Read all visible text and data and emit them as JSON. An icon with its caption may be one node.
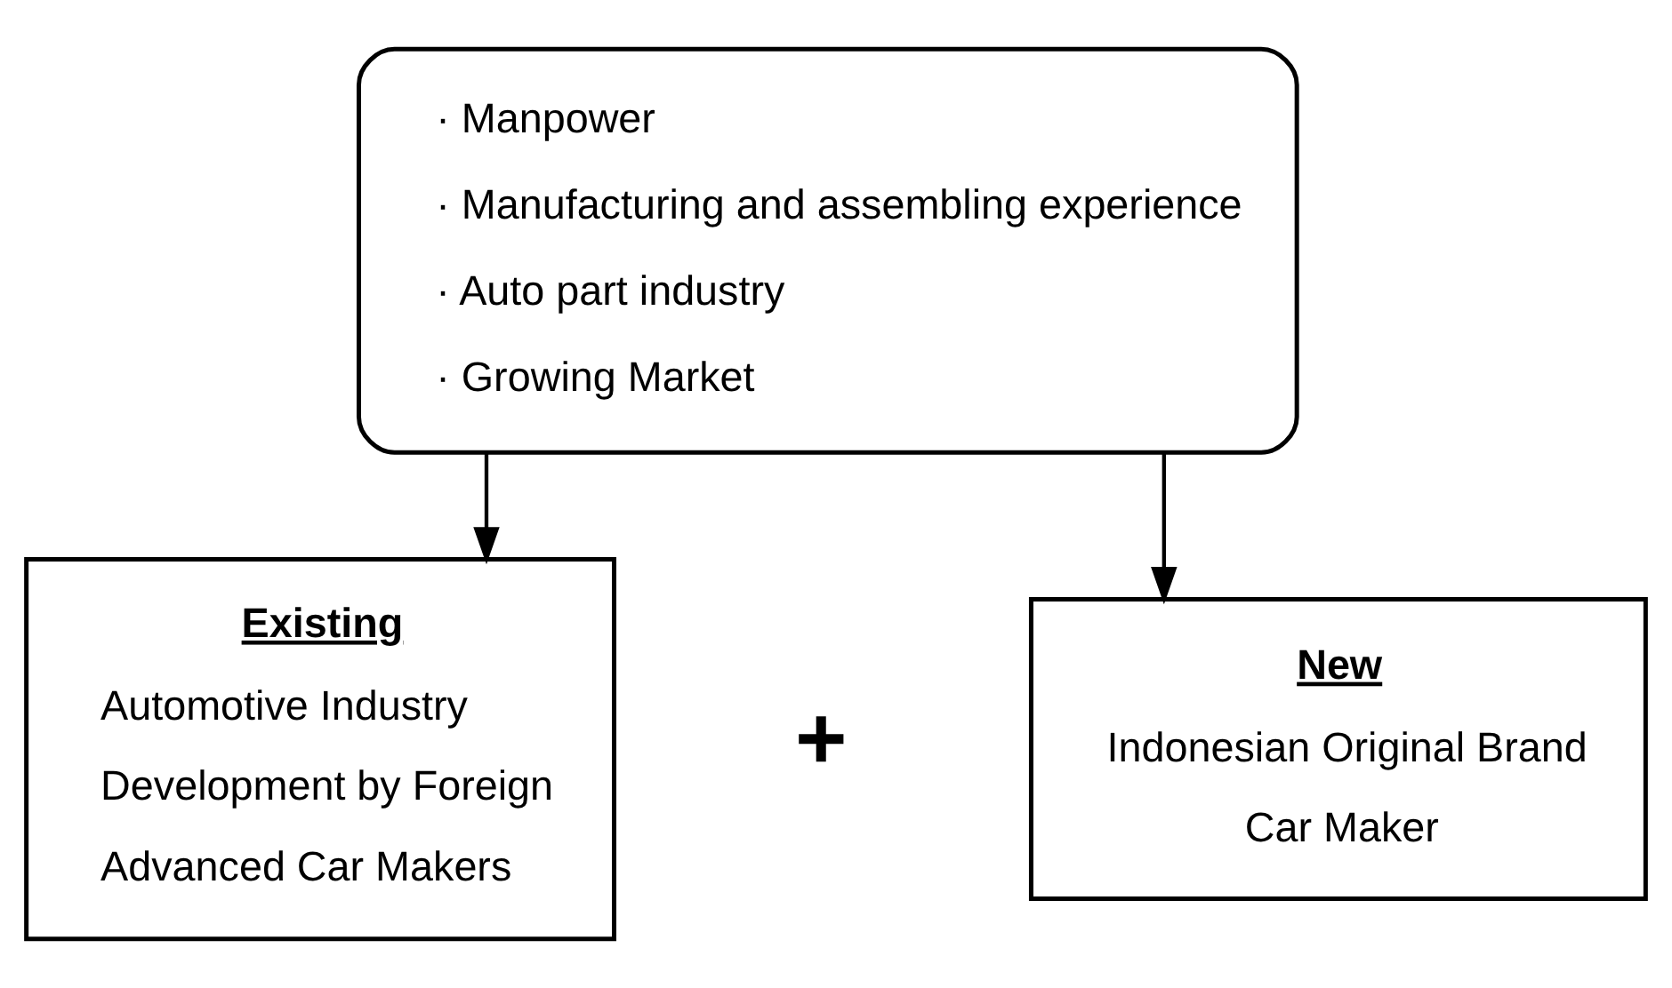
{
  "diagram": {
    "nodes": [
      {
        "text": [
          "· Manpower",
          "· Manufacturing and assembling experience",
          "· Auto part industry",
          "· Growing Market"
        ]
      },
      {
        "text": [
          "Existing",
          "Automotive Industry Development by Foreign Advanced Car Makers"
        ]
      },
      {
        "text": [
          "New",
          "Indonesian Original Brand Car Maker"
        ]
      }
    ],
    "edges": [
      {
        "from": 0,
        "to": 1,
        "arrow": "to"
      },
      {
        "from": 0,
        "to": 2,
        "arrow": "to"
      }
    ],
    "labels": [
      "+"
    ]
  }
}
